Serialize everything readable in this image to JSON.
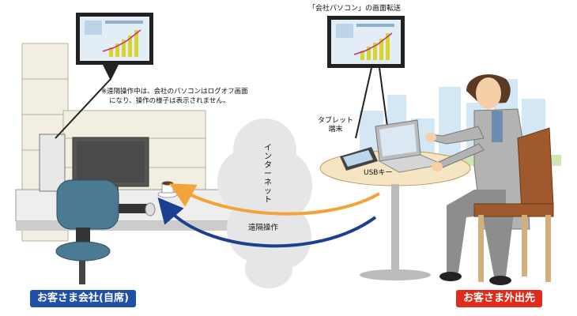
{
  "labels": {
    "note_line1": "※遠隔操作中は、会社のパソコンはログオフ画面",
    "note_line2": "になり、操作の様子は表示されません。",
    "screen_transfer": "「会社パソコン」の画面転送",
    "tablet_line1": "タブレット",
    "tablet_line2": "端末",
    "usb_key": "USBキー",
    "internet": "インターネット",
    "remote_operation": "遠隔操作"
  },
  "badges": {
    "office": "お客さま会社(自席)",
    "remote": "お客さま外出先"
  },
  "colors": {
    "office_badge": "#1f4fa6",
    "remote_badge": "#e02a1a",
    "arrow_orange": "#f2a43a",
    "arrow_blue": "#1d3f8f",
    "cloud": "#e6e6e6"
  },
  "icons": [
    "monitor-icon",
    "chart-icon",
    "cloud-icon",
    "laptop-icon",
    "tablet-icon",
    "person-icon",
    "chair-icon",
    "coffee-cup-icon"
  ]
}
